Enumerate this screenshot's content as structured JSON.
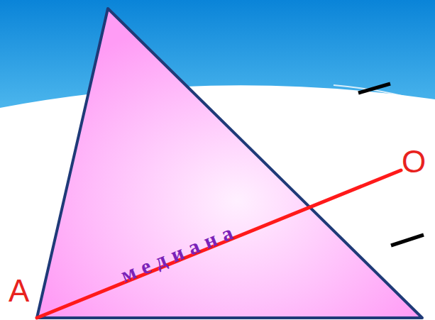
{
  "diagram": {
    "labels": [
      "А",
      "О",
      "медиана"
    ]
  }
}
